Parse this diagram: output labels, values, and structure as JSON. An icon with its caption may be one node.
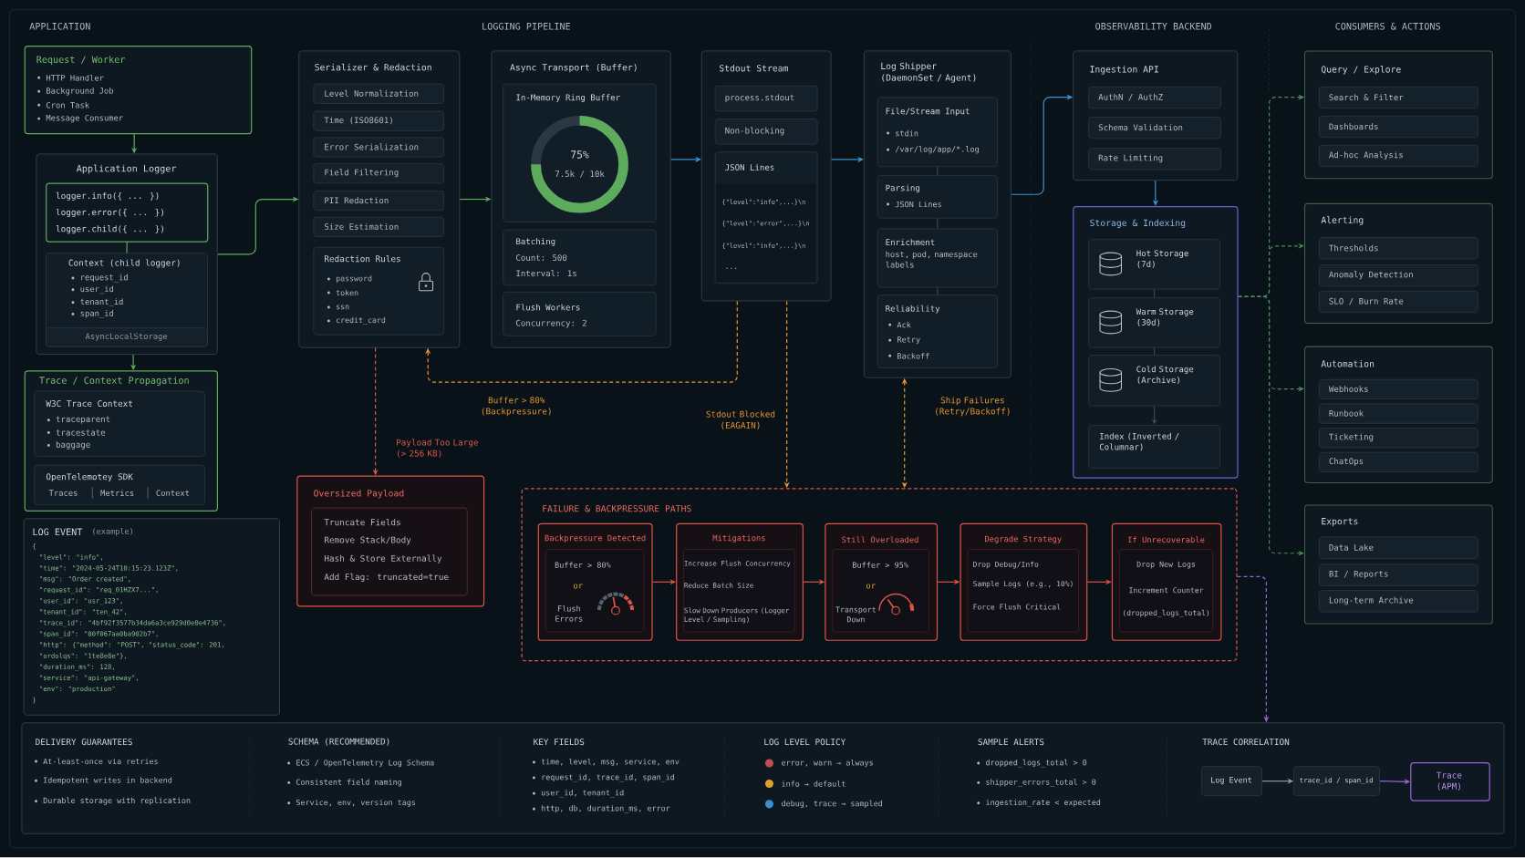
{
  "diagram": {
    "nodes": [
      {
        "text": [
          "Request / Worker",
          "HTTP Handler",
          "Background Job",
          "Cron Task",
          "Message Consumer"
        ]
      },
      {
        "text": [
          "Application Logger"
        ]
      },
      {
        "text": [
          "logger.info({ ... })",
          "logger.error({ ... })",
          "logger.child({ ... })"
        ],
        "in": 1
      },
      {
        "text": [
          "Context (child logger)",
          "request_id",
          "user_id",
          "tenant_id",
          "span_id"
        ],
        "in": 1
      },
      {
        "text": [
          "AsyncLocalStorage"
        ],
        "in": 3
      },
      {
        "text": [
          "Trace / Context Propagation"
        ]
      },
      {
        "text": [
          "W3C Trace Context",
          "traceparent",
          "tracestate",
          "baggage"
        ],
        "in": 5
      },
      {
        "text": [
          "OpenTelemotey SDK",
          "Traces",
          "Metrics",
          "Context"
        ],
        "in": 5
      },
      {
        "text": [
          "LOG EVENT",
          "(example)",
          "{",
          "\"level\": \"info\",",
          "\"time\": \"2024-05-24T10:15:23.123Z\",",
          "\"msg\": \"Order created\",",
          "\"request_id\": \"req_01HZX7...\",",
          "\"user_id\": \"usr_123\",",
          "\"tenant_id\": \"ten_42\",",
          "\"trace_id\": \"4bf92f3577b34da6a3ce929d0e0e4736\",",
          "\"span_id\": \"00f067aa0ba902b7\",",
          "\"http\": {\"method\": \"POST\", \"status_code\": 201,",
          "\"ordolqs\": \"1te8e8e\"},",
          "\"duration_ms\": 128,",
          "\"service\": \"api-gateway\",",
          "\"env\": \"production\"",
          "}"
        ]
      },
      {
        "text": [
          "Serializer & Redaction"
        ]
      },
      {
        "text": [
          "Level Normalization"
        ],
        "in": 9
      },
      {
        "text": [
          "Time (ISO8601)"
        ],
        "in": 9
      },
      {
        "text": [
          "Error Serialization"
        ],
        "in": 9
      },
      {
        "text": [
          "Field Filtering"
        ],
        "in": 9
      },
      {
        "text": [
          "PII Redaction"
        ],
        "in": 9
      },
      {
        "text": [
          "Size Estimation"
        ],
        "in": 9
      },
      {
        "text": [
          "Redaction Rules",
          "password",
          "token",
          "ssn",
          "credit_card"
        ],
        "in": 9
      },
      {
        "text": [
          "Async Transport (Buffer)"
        ]
      },
      {
        "text": [
          "In-Memory Ring Buffer",
          "75%",
          "7.5k / 10k"
        ],
        "in": 17
      },
      {
        "text": [
          "Batching",
          "Count: 500",
          "Interval: 1s"
        ],
        "in": 17
      },
      {
        "text": [
          "Flush Workers",
          "Concurrency: 2"
        ],
        "in": 17
      },
      {
        "text": [
          "Stdout Stream"
        ]
      },
      {
        "text": [
          "process.stdout"
        ],
        "in": 21
      },
      {
        "text": [
          "Non-blocking"
        ],
        "in": 21
      },
      {
        "text": [
          "JSON Lines",
          "{\"level\":\"info\",...}\\n",
          "{\"level\":\"error\",...}\\n",
          "{\"level\":\"info\",...}\\n",
          "..."
        ],
        "in": 21
      },
      {
        "text": [
          "Log Shipper (DaemonSet / Agent)"
        ]
      },
      {
        "text": [
          "File/Stream Input",
          "stdin",
          "/var/log/app/*.log"
        ],
        "in": 25
      },
      {
        "text": [
          "Parsing",
          "JSON Lines"
        ],
        "in": 25
      },
      {
        "text": [
          "Enrichment",
          "host, pod, namespace labels"
        ],
        "in": 25
      },
      {
        "text": [
          "Reliability",
          "Ack",
          "Retry",
          "Backoff"
        ],
        "in": 25
      },
      {
        "text": [
          "Ingestion API"
        ]
      },
      {
        "text": [
          "AuthN / AuthZ"
        ],
        "in": 30
      },
      {
        "text": [
          "Schema Validation"
        ],
        "in": 30
      },
      {
        "text": [
          "Rate Limiting"
        ],
        "in": 30
      },
      {
        "text": [
          "Storage & Indexing"
        ]
      },
      {
        "text": [
          "Hot Storage (7d)"
        ],
        "in": 34
      },
      {
        "text": [
          "Warm Storage (30d)"
        ],
        "in": 34
      },
      {
        "text": [
          "Cold Storage (Archive)"
        ],
        "in": 34
      },
      {
        "text": [
          "Index (Inverted / Columnar)"
        ],
        "in": 34
      },
      {
        "text": [
          "Query / Explore"
        ]
      },
      {
        "text": [
          "Search & Filter"
        ],
        "in": 39
      },
      {
        "text": [
          "Dashboards"
        ],
        "in": 39
      },
      {
        "text": [
          "Ad-hoc Analysis"
        ],
        "in": 39
      },
      {
        "text": [
          "Alerting"
        ]
      },
      {
        "text": [
          "Thresholds"
        ],
        "in": 43
      },
      {
        "text": [
          "Anomaly Detection"
        ],
        "in": 43
      },
      {
        "text": [
          "SLO / Burn Rate"
        ],
        "in": 43
      },
      {
        "text": [
          "Automation"
        ]
      },
      {
        "text": [
          "Webhooks"
        ],
        "in": 47
      },
      {
        "text": [
          "Runbook"
        ],
        "in": 47
      },
      {
        "text": [
          "Ticketing"
        ],
        "in": 47
      },
      {
        "text": [
          "ChatOps"
        ],
        "in": 47
      },
      {
        "text": [
          "Exports"
        ]
      },
      {
        "text": [
          "Data Lake"
        ],
        "in": 52
      },
      {
        "text": [
          "BI / Reports"
        ],
        "in": 52
      },
      {
        "text": [
          "Long-term Archive"
        ],
        "in": 52
      },
      {
        "text": [
          "Oversized Payload"
        ]
      },
      {
        "text": [
          "Truncate Fields",
          "Remove Stack/Body",
          "Hash & Store Externally",
          "Add Flag: truncated=true"
        ],
        "in": 56
      },
      {
        "text": [
          "FAILURE & BACKPRESSURE PATHS"
        ]
      },
      {
        "text": [
          "Backpressure Detected",
          "Buffer > 80%",
          "or",
          "Flush Errors"
        ],
        "in": 58
      },
      {
        "text": [
          "Mitigations",
          "Increase Flush Concurrency",
          "Reduce Batch Size",
          "Slow Down Producers (Logger Level / Sampling)"
        ],
        "in": 58
      },
      {
        "text": [
          "Still Overloaded",
          "Buffer > 95%",
          "or",
          "Transport Down"
        ],
        "in": 58
      },
      {
        "text": [
          "Degrade Strategy",
          "Drop Debug/Info",
          "Sample Logs (e.g., 10%)",
          "Force Flush Critical"
        ],
        "in": 58
      },
      {
        "text": [
          "If Unrecoverable",
          "Drop New Logs",
          "Increment Counter",
          "(dropped_logs_total)"
        ],
        "in": 58
      },
      {
        "text": [],
        "shape": "box"
      },
      {
        "text": [
          "Log Event"
        ],
        "in": 64
      },
      {
        "text": [
          "trace_id / span_id"
        ],
        "in": 64
      },
      {
        "text": [
          "Trace (APM)"
        ],
        "in": 64
      }
    ],
    "edges": [
      {
        "from": 0,
        "to": 1,
        "arrow": "to",
        "color": "#5dab5d"
      },
      {
        "from": 1,
        "to": 5,
        "arrow": "to",
        "color": "#5dab5d"
      },
      {
        "from": 2,
        "to": 3,
        "arrow": "none",
        "color": "#5dab5d"
      },
      {
        "from": 1,
        "to": 9,
        "arrow": "to",
        "color": "#5dab5d"
      },
      {
        "from": 9,
        "to": 17,
        "arrow": "to",
        "color": "#5dab5d"
      },
      {
        "from": 17,
        "to": 21,
        "arrow": "to",
        "color": "#3c93cf"
      },
      {
        "from": 21,
        "to": 25,
        "arrow": "to",
        "color": "#3c93cf"
      },
      {
        "from": 25,
        "to": 30,
        "arrow": "to",
        "color": "#3c93cf"
      },
      {
        "from": 30,
        "to": 34,
        "arrow": "to",
        "color": "#3c93cf"
      },
      {
        "from": 35,
        "to": 36,
        "arrow": "none",
        "color": "#3a4752"
      },
      {
        "from": 36,
        "to": 37,
        "arrow": "none",
        "color": "#3a4752"
      },
      {
        "from": 37,
        "to": 38,
        "arrow": "to",
        "color": "#3a4752"
      },
      {
        "from": 26,
        "to": 27,
        "arrow": "none",
        "color": "#3a4752"
      },
      {
        "from": 27,
        "to": 28,
        "arrow": "none",
        "color": "#3a4752"
      },
      {
        "from": 28,
        "to": 29,
        "arrow": "none",
        "color": "#3a4752"
      },
      {
        "from": 9,
        "to": 56,
        "arrow": "to",
        "style": "dashed",
        "color": "#dd5448",
        "label": "Payload Too Large (> 256 KB)"
      },
      {
        "from": 21,
        "to": 9,
        "arrow": "to",
        "style": "dashed",
        "color": "#e8962e",
        "label": "Buffer > 80% (Backpressure)"
      },
      {
        "from": 21,
        "to": 58,
        "arrow": "to",
        "style": "dashed",
        "color": "#e8962e",
        "label": "Stdout Blocked (EAGAIN)"
      },
      {
        "from": 25,
        "to": 58,
        "arrow": "both",
        "style": "dashed",
        "color": "#e8962e",
        "label": "Ship Failures (Retry/Backoff)"
      },
      {
        "from": 59,
        "to": 60,
        "arrow": "to",
        "color": "#dd5448"
      },
      {
        "from": 60,
        "to": 61,
        "arrow": "to",
        "color": "#dd5448"
      },
      {
        "from": 61,
        "to": 62,
        "arrow": "to",
        "color": "#dd5448"
      },
      {
        "from": 62,
        "to": 63,
        "arrow": "to",
        "color": "#dd5448"
      },
      {
        "from": 34,
        "to": 39,
        "arrow": "to",
        "style": "dashed",
        "color": "#4f8a5a"
      },
      {
        "from": 34,
        "to": 43,
        "arrow": "to",
        "style": "dashed",
        "color": "#4f8a5a"
      },
      {
        "from": 34,
        "to": 47,
        "arrow": "to",
        "style": "dashed",
        "color": "#4f8a5a"
      },
      {
        "from": 34,
        "to": 52,
        "arrow": "to",
        "style": "dashed",
        "color": "#4f8a5a"
      },
      {
        "from": 58,
        "to": 64,
        "arrow": "to",
        "style": "dashed",
        "color": "#9467d6"
      },
      {
        "from": 65,
        "to": 66,
        "arrow": "to",
        "color": "#8e99a3"
      },
      {
        "from": 66,
        "to": 67,
        "arrow": "to",
        "color": "#9467d6"
      }
    ],
    "labels": [
      "APPLICATION",
      "LOGGING PIPELINE",
      "OBSERVABILITY BACKEND",
      "CONSUMERS & ACTIONS",
      "DELIVERY GUARANTEES",
      "At-least-once via retries",
      "Idempotent writes in backend",
      "Durable storage with replication",
      "SCHEMA (RECOMMENDED)",
      "ECS / OpenTelemetry Log Schema",
      "Consistent field naming",
      "Service, env, version tags",
      "KEY FIELDS",
      "time, level, msg, service, env",
      "request_id, trace_id, span_id",
      "user_id, tenant_id",
      "http, db, duration_ms, error",
      "LOG LEVEL POLICY",
      "SAMPLE ALERTS",
      "dropped_logs_total > 0",
      "shipper_errors_total > 0",
      "ingestion_rate < expected",
      "TRACE CORRELATION"
    ],
    "legend": [
      {
        "text": "error, warn → always",
        "color": "#c0504d"
      },
      {
        "text": "info → default",
        "color": "#e0a030"
      },
      {
        "text": "debug, trace → sampled",
        "color": "#3a8fd0"
      }
    ]
  }
}
